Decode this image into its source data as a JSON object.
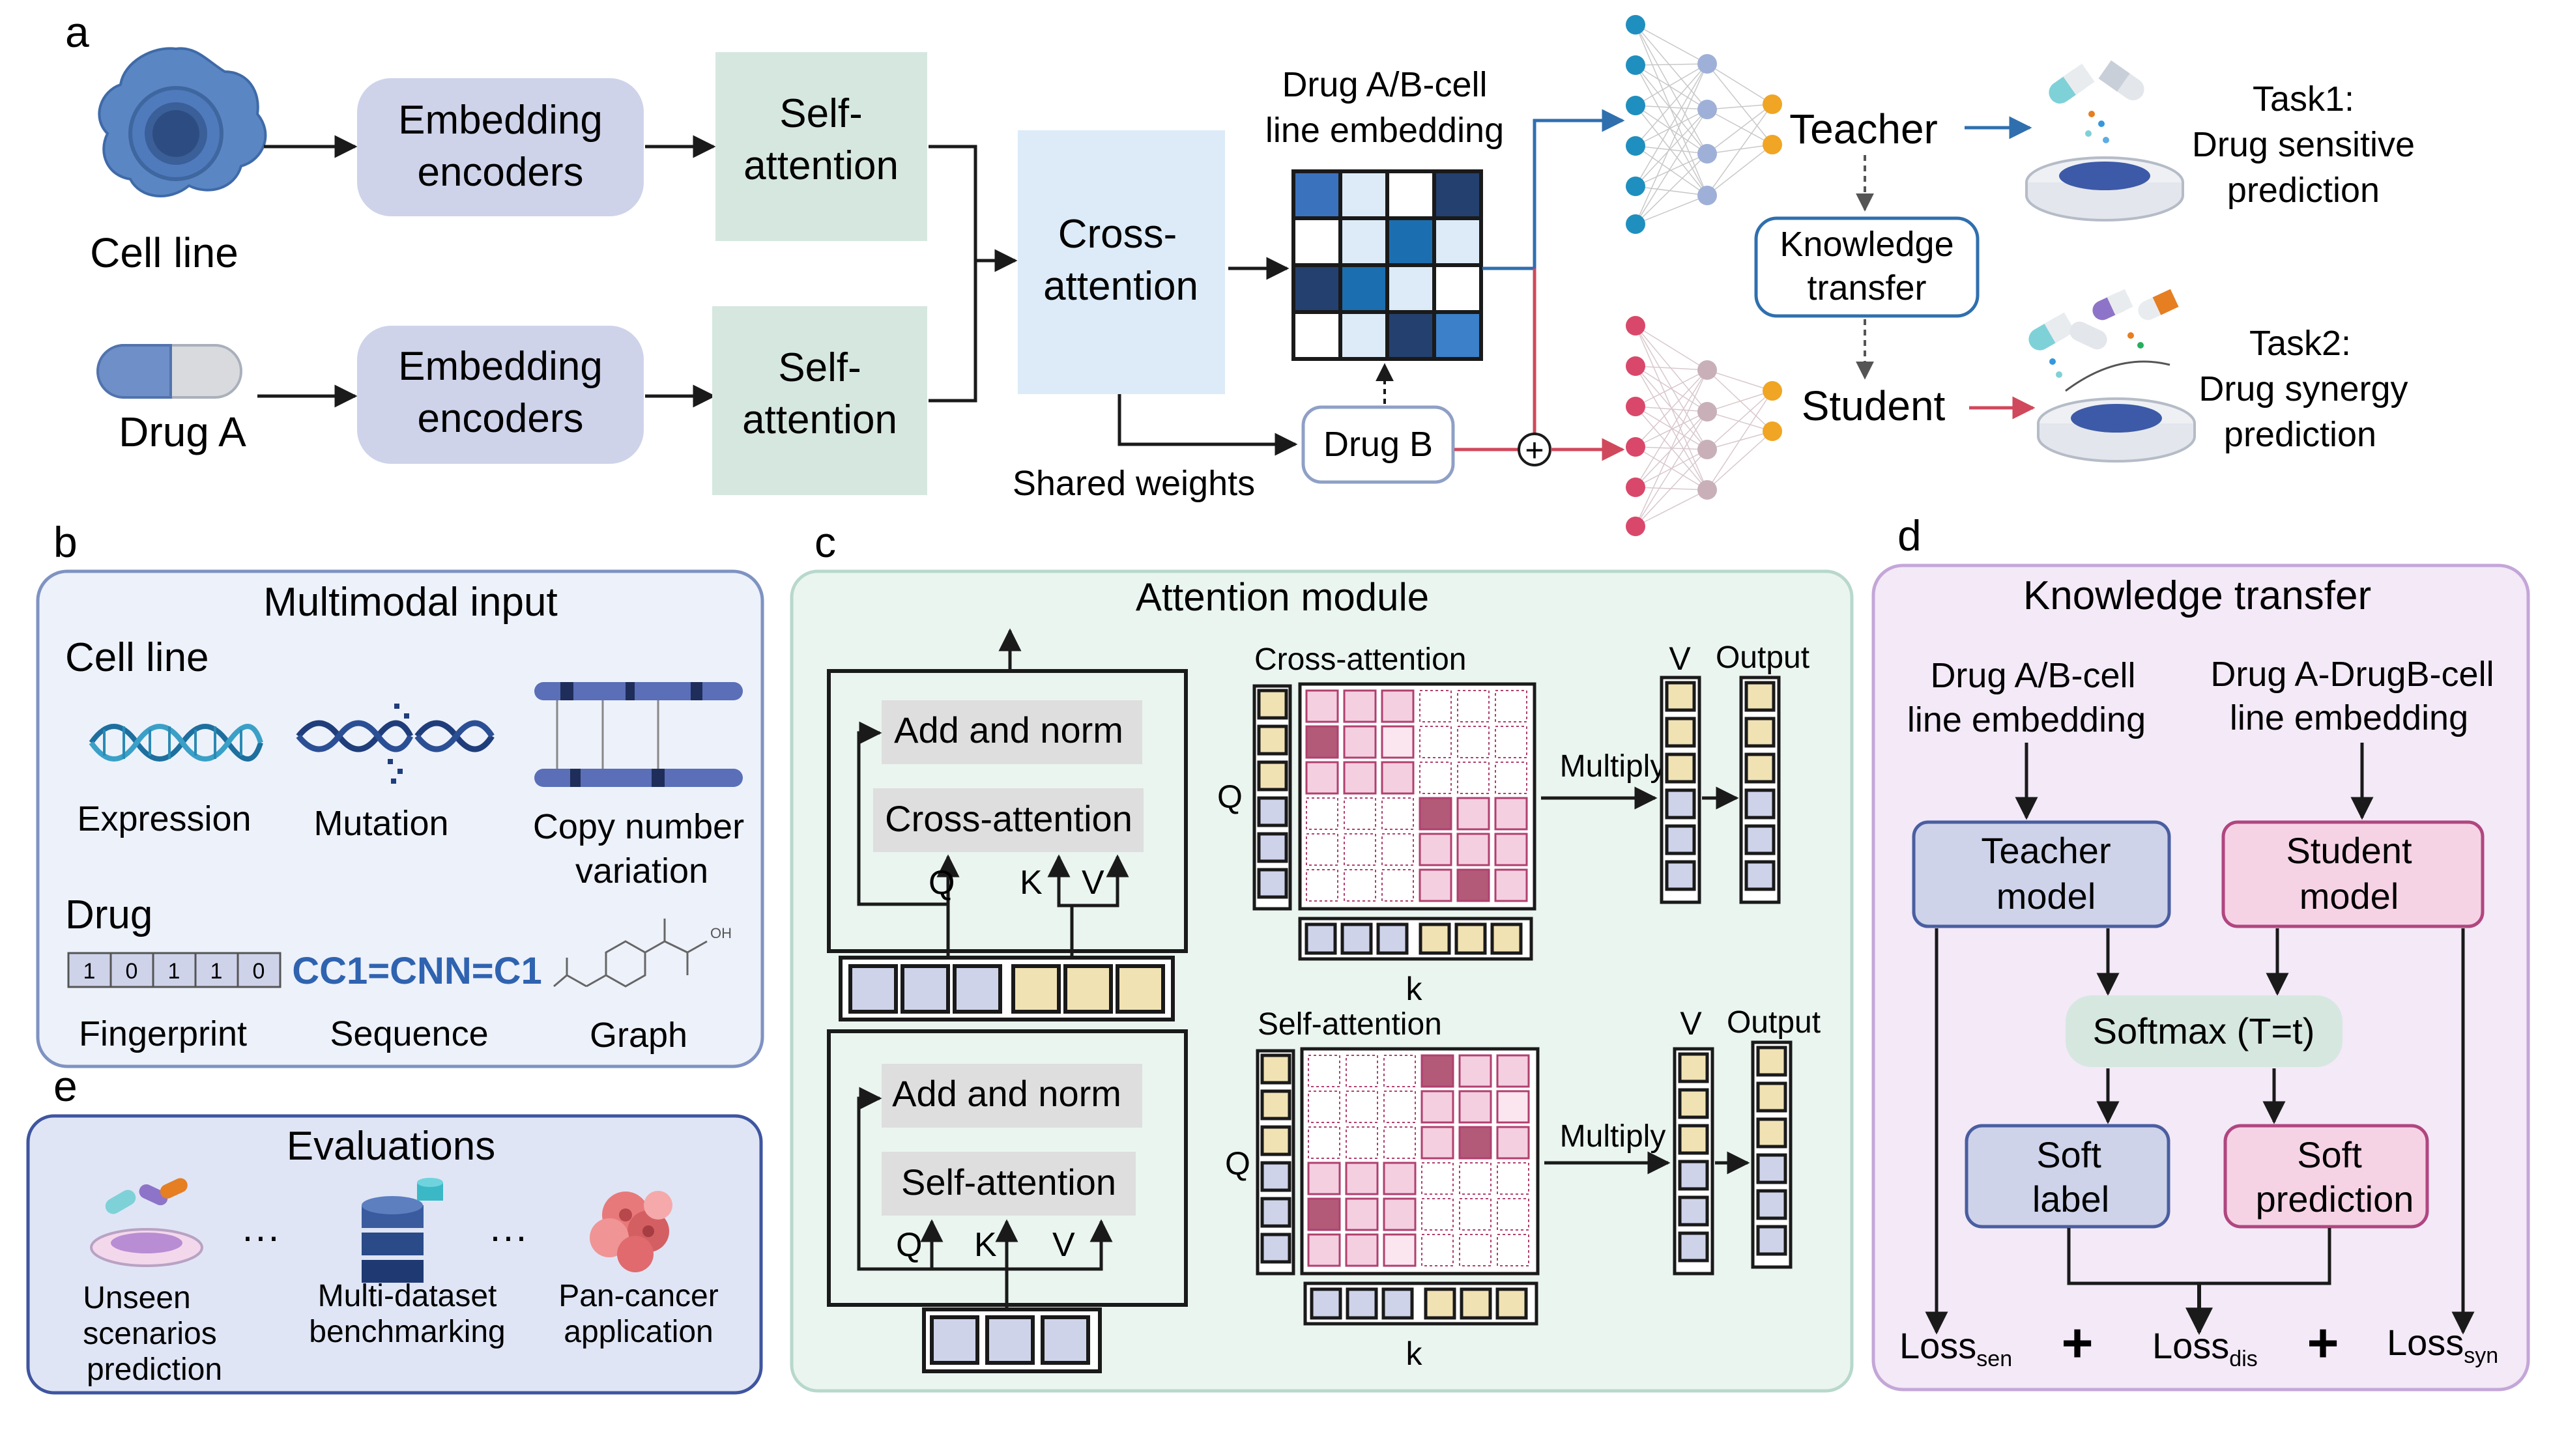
{
  "panel_labels": {
    "a": "a",
    "b": "b",
    "c": "c",
    "d": "d",
    "e": "e"
  },
  "panel_a": {
    "cell_line": "Cell line",
    "drug_a": "Drug A",
    "embedding_encoders_l1": "Embedding",
    "embedding_encoders_l2": "encoders",
    "self_attention_l1": "Self-",
    "self_attention_l2": "attention",
    "cross_attention_l1": "Cross-",
    "cross_attention_l2": "attention",
    "shared_weights": "Shared weights",
    "embedding_title_l1": "Drug A/B-cell",
    "embedding_title_l2": "line embedding",
    "drug_b": "Drug B",
    "plus": "+",
    "teacher": "Teacher",
    "student": "Student",
    "knowledge_transfer_l1": "Knowledge",
    "knowledge_transfer_l2": "transfer",
    "task1_l1": "Task1:",
    "task1_l2": "Drug sensitive",
    "task1_l3": "prediction",
    "task2_l1": "Task2:",
    "task2_l2": "Drug synergy",
    "task2_l3": "prediction"
  },
  "panel_b": {
    "title": "Multimodal input",
    "cell_line": "Cell line",
    "expression": "Expression",
    "mutation": "Mutation",
    "cnv_l1": "Copy number",
    "cnv_l2": "variation",
    "drug": "Drug",
    "fingerprint_bits": [
      "1",
      "0",
      "1",
      "1",
      "0"
    ],
    "fingerprint": "Fingerprint",
    "smiles": "CC1=CNN=C1",
    "sequence": "Sequence",
    "graph": "Graph",
    "graph_oh": "OH"
  },
  "panel_c": {
    "title": "Attention  module",
    "add_norm": "Add and norm",
    "cross_attention": "Cross-attention",
    "self_attention": "Self-attention",
    "q": "Q",
    "k": "K",
    "v": "V",
    "cross_heading": "Cross-attention",
    "self_heading": "Self-attention",
    "multiply": "Multiply",
    "output": "Output",
    "k_lower": "k"
  },
  "panel_d": {
    "title": "Knowledge transfer",
    "emb_left_l1": "Drug A/B-cell",
    "emb_left_l2": "line embedding",
    "emb_right_l1": "Drug A-DrugB-cell",
    "emb_right_l2": "line embedding",
    "teacher_l1": "Teacher",
    "teacher_l2": "model",
    "student_l1": "Student",
    "student_l2": "model",
    "softmax": "Softmax (T=t)",
    "soft_label_l1": "Soft",
    "soft_label_l2": "label",
    "soft_pred_l1": "Soft",
    "soft_pred_l2": "prediction",
    "loss": "Loss",
    "sub_sen": "sen",
    "sub_dis": "dis",
    "sub_syn": "syn",
    "plus": "+"
  },
  "panel_e": {
    "title": "Evaluations",
    "dots": "···",
    "unseen_l1": "Unseen",
    "unseen_l2": "scenarios",
    "unseen_l3": "prediction",
    "multi_l1": "Multi-dataset",
    "multi_l2": "benchmarking",
    "pan_l1": "Pan-cancer",
    "pan_l2": "application"
  },
  "colors": {
    "accent_blue": "#2f6fae",
    "accent_red": "#d0485c",
    "encoder_box": "#ced3ea",
    "self_attention_box": "#d6e7e0",
    "cross_attention_box": "#dcebf7",
    "panel_b_bg": "#edf1fa",
    "panel_c_bg": "#eaf5f0",
    "panel_d_bg": "#f3e9f7",
    "panel_e_bg": "#dfe5f5"
  }
}
